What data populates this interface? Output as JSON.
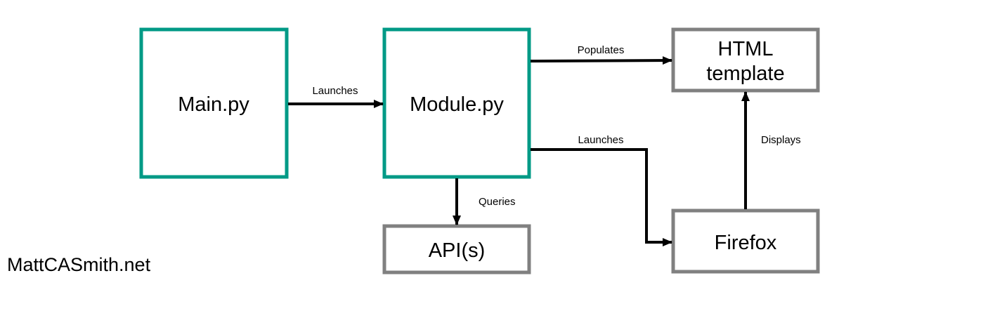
{
  "nodes": {
    "main": {
      "label": "Main.py",
      "color": "#009a86"
    },
    "module": {
      "label": "Module.py",
      "color": "#009a86"
    },
    "html_template": {
      "label_line1": "HTML",
      "label_line2": "template",
      "color": "#808080"
    },
    "api": {
      "label": "API(s)",
      "color": "#808080"
    },
    "firefox": {
      "label": "Firefox",
      "color": "#808080"
    }
  },
  "edges": {
    "main_to_module": "Launches",
    "module_to_html": "Populates",
    "module_to_firefox": "Launches",
    "module_to_api": "Queries",
    "firefox_to_html": "Displays"
  },
  "watermark": "MattCASmith.net"
}
